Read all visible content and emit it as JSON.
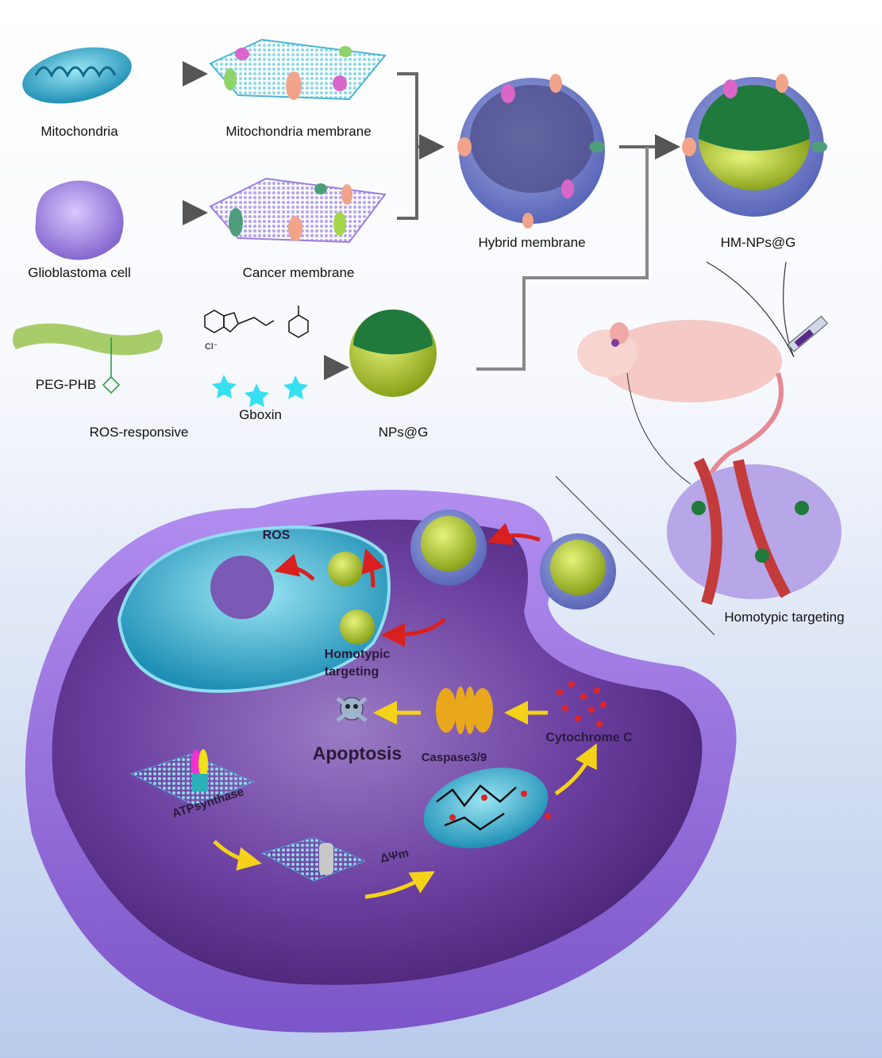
{
  "top_row": {
    "mitochondria": "Mitochondria",
    "mitochondria_membrane": "Mitochondria membrane",
    "glioblastoma_cell": "Glioblastoma cell",
    "cancer_membrane": "Cancer membrane",
    "hybrid_membrane": "Hybrid membrane",
    "hm_nps_g": "HM-NPs@G"
  },
  "synthesis": {
    "peg_phb": "PEG-PHB",
    "ros_responsive": "ROS-responsive",
    "gboxin": "Gboxin",
    "gboxin_counterion": "Cl⁻",
    "nps_g": "NPs@G"
  },
  "in_vivo": {
    "homotypic_targeting": "Homotypic targeting"
  },
  "cell_interior": {
    "ros": "ROS",
    "homotypic_line1": "Homotypic",
    "homotypic_line2": "targeting",
    "apoptosis": "Apoptosis",
    "caspase": "Caspase3/9",
    "cytochrome_c": "Cytochrome C",
    "atp_synthase": "ATPsynthase",
    "delta_psi_m": "ΔΨm"
  },
  "colors": {
    "mito_blue": "#3fb6d6",
    "cancer_purple": "#a58be0",
    "cell_purple": "#6a3f9e",
    "nanoparticle_green": "#b8d43a",
    "gboxin_cyan": "#35e0f0",
    "arrow_red": "#d9201e",
    "arrow_yellow": "#f4d21a"
  }
}
